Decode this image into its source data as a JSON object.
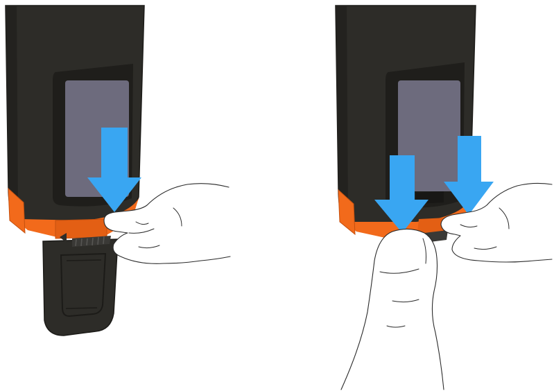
{
  "colors": {
    "background": "#ffffff",
    "device_body": "#2d2c28",
    "device_edge": "#1c1b18",
    "screen_frame": "#1f1e1b",
    "screen": "#6d6b7d",
    "collar": "#f26a1b",
    "collar_dark": "#c4500f",
    "knurl": "#3a3936",
    "arrow": "#39a6f2",
    "hand_outline": "#2a2a2a"
  },
  "panels": [
    {
      "id": "left",
      "description_icons": [
        "device-icon",
        "down-arrow-icon",
        "hand-icon"
      ],
      "arrow_count": 1
    },
    {
      "id": "right",
      "description_icons": [
        "device-icon",
        "down-arrow-icon",
        "down-arrow-icon",
        "hand-icon"
      ],
      "arrow_count": 2
    }
  ]
}
